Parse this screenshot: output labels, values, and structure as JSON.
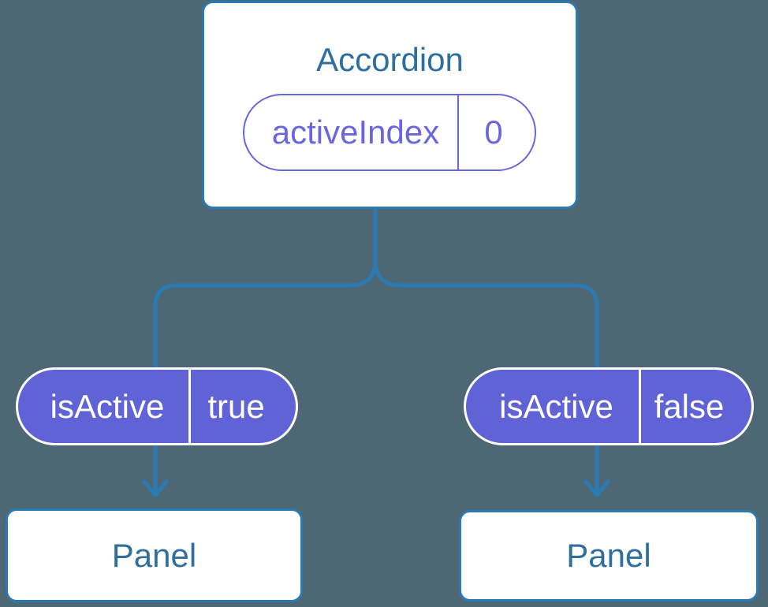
{
  "colors": {
    "background": "#4D6874",
    "connector": "#2B7AB2",
    "card_bg": "#FFFFFF",
    "title_text": "#2E6F9E",
    "pill_purple": "#6063D6",
    "pill_purple_text": "#FFFFFF",
    "state_pill_border": "#6A66DE",
    "state_pill_text": "#6A66DE"
  },
  "diagram": {
    "root": {
      "title": "Accordion",
      "state": {
        "name": "activeIndex",
        "value": "0"
      }
    },
    "children": [
      {
        "prop": {
          "name": "isActive",
          "value": "true"
        },
        "title": "Panel"
      },
      {
        "prop": {
          "name": "isActive",
          "value": "false"
        },
        "title": "Panel"
      }
    ]
  }
}
